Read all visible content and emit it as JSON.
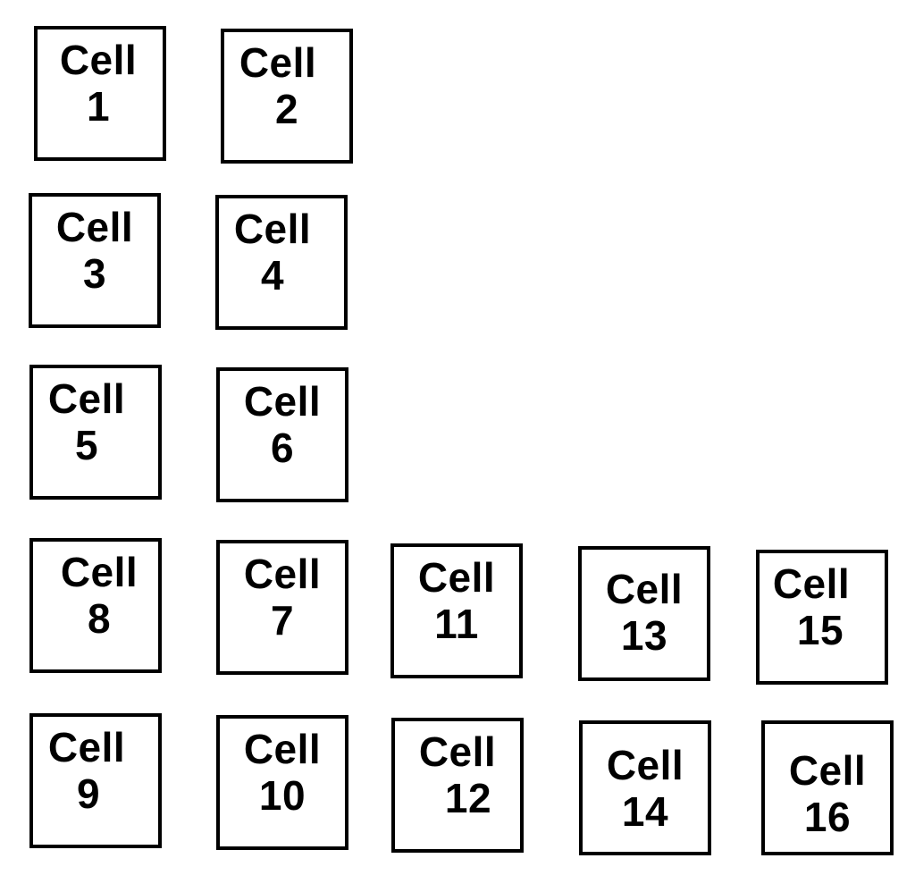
{
  "cells": {
    "c1": {
      "word": "Cell",
      "num": "1"
    },
    "c2": {
      "word": "Cell",
      "num": "2"
    },
    "c3": {
      "word": "Cell",
      "num": "3"
    },
    "c4": {
      "word": "Cell",
      "num": "4"
    },
    "c5": {
      "word": "Cell",
      "num": "5"
    },
    "c6": {
      "word": "Cell",
      "num": "6"
    },
    "c7": {
      "word": "Cell",
      "num": "7"
    },
    "c8": {
      "word": "Cell",
      "num": "8"
    },
    "c9": {
      "word": "Cell",
      "num": "9"
    },
    "c10": {
      "word": "Cell",
      "num": "10"
    },
    "c11": {
      "word": "Cell",
      "num": "11"
    },
    "c12": {
      "word": "Cell",
      "num": "12"
    },
    "c13": {
      "word": "Cell",
      "num": "13"
    },
    "c14": {
      "word": "Cell",
      "num": "14"
    },
    "c15": {
      "word": "Cell",
      "num": "15"
    },
    "c16": {
      "word": "Cell",
      "num": "16"
    }
  },
  "colors": {
    "border": "#000000",
    "background": "#ffffff",
    "text": "#000000"
  }
}
